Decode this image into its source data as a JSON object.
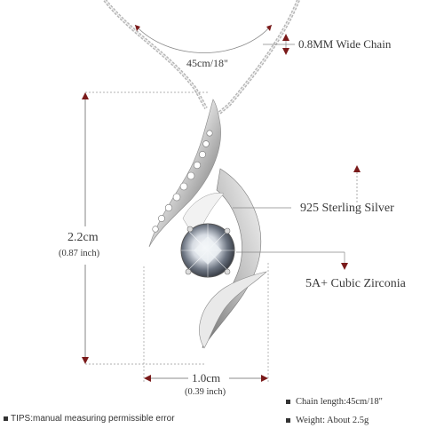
{
  "annotations": {
    "chain_length": "45cm/18\"",
    "chain_width": "0.8MM Wide Chain",
    "pendant_height": "2.2cm",
    "pendant_height_inch": "(0.87 inch)",
    "pendant_width": "1.0cm",
    "pendant_width_inch": "(0.39 inch)",
    "material": "925 Sterling Silver",
    "stone": "5A+ Cubic Zirconia"
  },
  "specs": [
    "Chain length:45cm/18\"",
    "Weight: About 2.5g"
  ],
  "tips": {
    "prefix": "TIPS:",
    "text": "manual measuring permissible error"
  },
  "colors": {
    "arrow": "#7a1a1a",
    "guide": "#999999",
    "silver_light": "#f4f4f4",
    "silver_dark": "#9a9a9a"
  }
}
